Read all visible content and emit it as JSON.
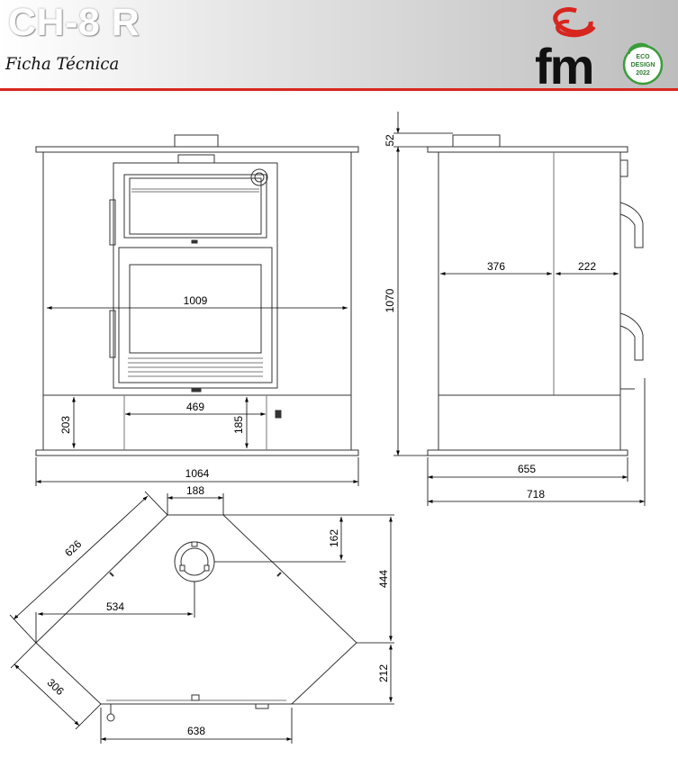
{
  "header": {
    "model": "CH-8 R",
    "subtitle": "Ficha Técnica",
    "brand": "fm",
    "eco_badge": [
      "ECO",
      "DESIGN",
      "2022"
    ],
    "accent_color": "#d7261e",
    "eco_color": "#3a9d3a"
  },
  "front_view": {
    "width": "1009",
    "total_width": "1064",
    "base_opening": "469",
    "base_height": "203",
    "opening_height": "185"
  },
  "side_view": {
    "top_height": "52",
    "height": "1070",
    "section_a": "376",
    "section_b": "222",
    "depth": "655",
    "total_depth": "718"
  },
  "top_view": {
    "flue_width": "188",
    "diagonal": "626",
    "flue_offset": "162",
    "back_depth": "444",
    "flue_from_side": "534",
    "front_depth": "212",
    "side": "306",
    "front_width": "638"
  }
}
